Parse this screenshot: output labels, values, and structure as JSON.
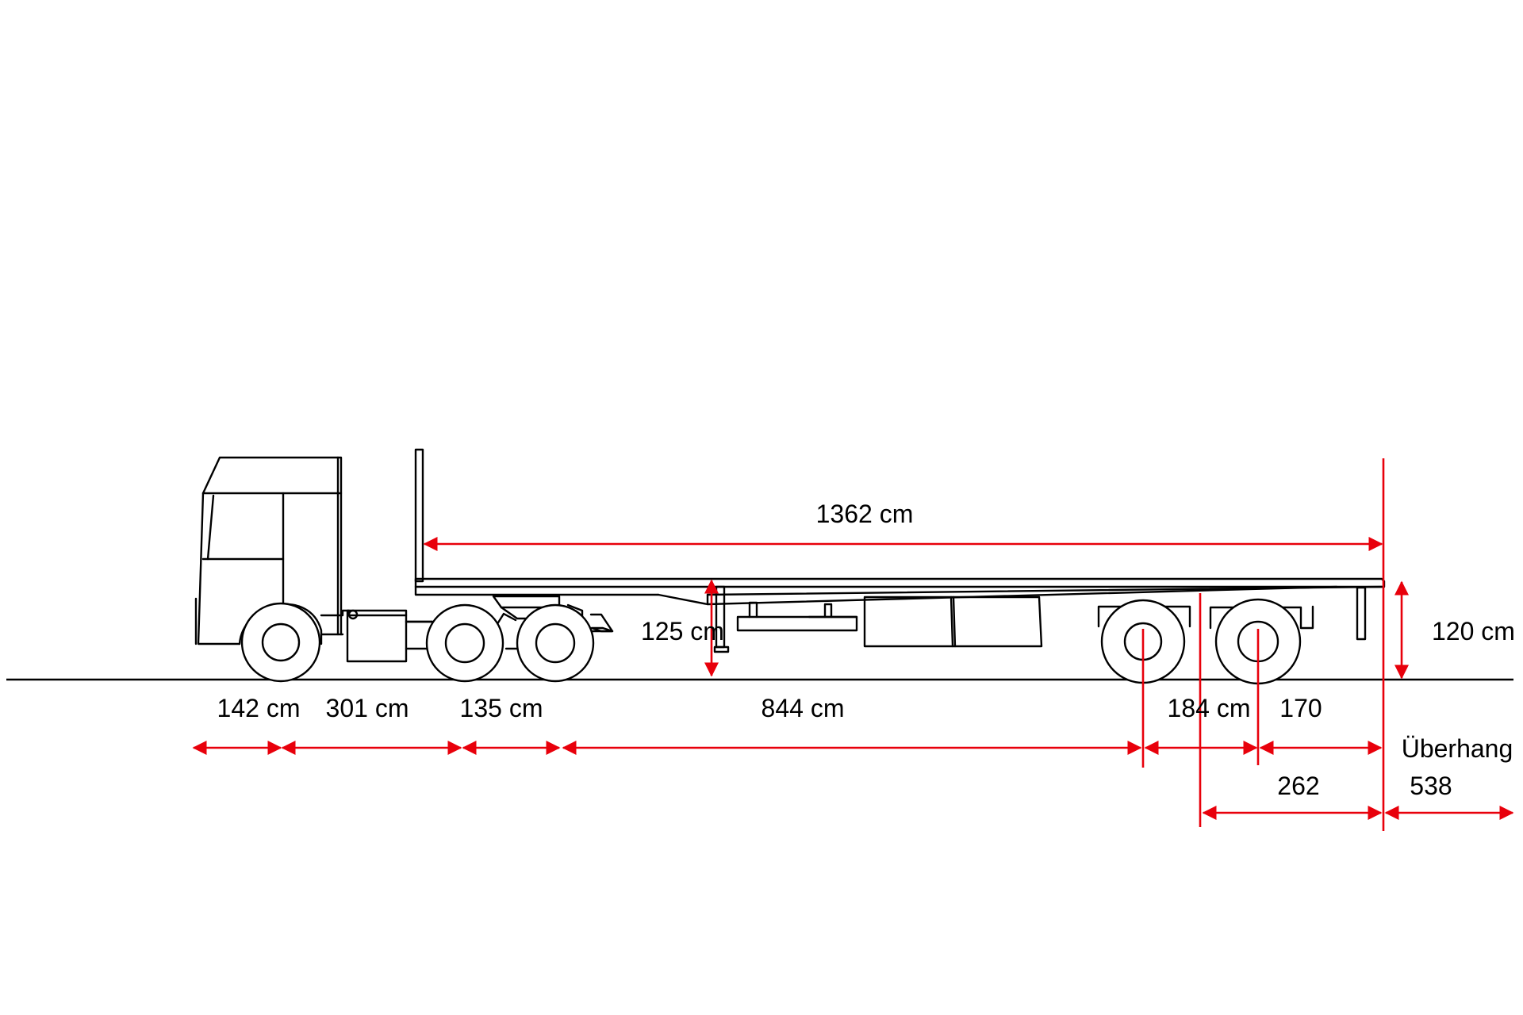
{
  "colors": {
    "dimension": "#e8000b",
    "outline": "#000000",
    "background": "#ffffff"
  },
  "dimensions": {
    "loading_length": "1362 cm",
    "kingpin_height": "125 cm",
    "deck_height": "120 cm",
    "tractor_front_overhang": "142 cm",
    "tractor_wheelbase": "301 cm",
    "tractor_tandem_spacing": "135 cm",
    "trailer_wheelbase": "844 cm",
    "trailer_axle_spread": "184 cm",
    "rear_segment": "170",
    "overhang_label": "Überhang",
    "rear_measure": "262",
    "overhang_value": "538"
  }
}
